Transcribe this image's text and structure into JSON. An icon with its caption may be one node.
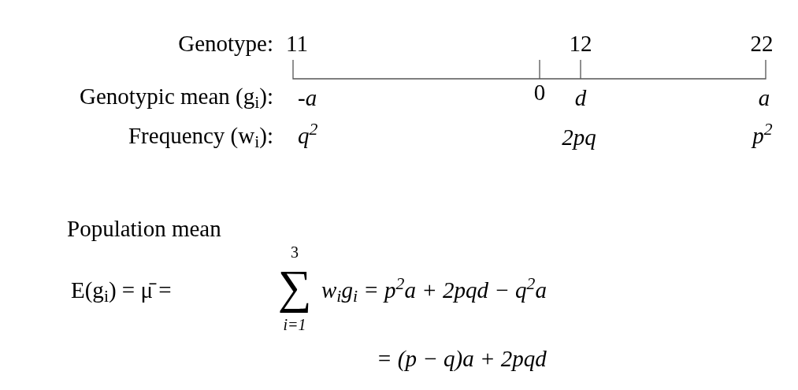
{
  "diagram": {
    "labels": [
      "Genotype:",
      "11",
      "12",
      "22",
      "Genotypic mean (g$_{i}$):",
      "-a",
      "0",
      "d",
      "a",
      "Frequency (w$_{i}$):",
      "q$^{2}$",
      "2pq",
      "p$^{2}$",
      "Population mean",
      "3",
      "E(g$_{i}$) = μ̄ =",
      "∑",
      "i=1",
      "w$_{i}$g$_{i}$ = p$^{2}$a + 2pqd − q$^{2}$a",
      "= (p − q)a + 2pqd"
    ]
  }
}
